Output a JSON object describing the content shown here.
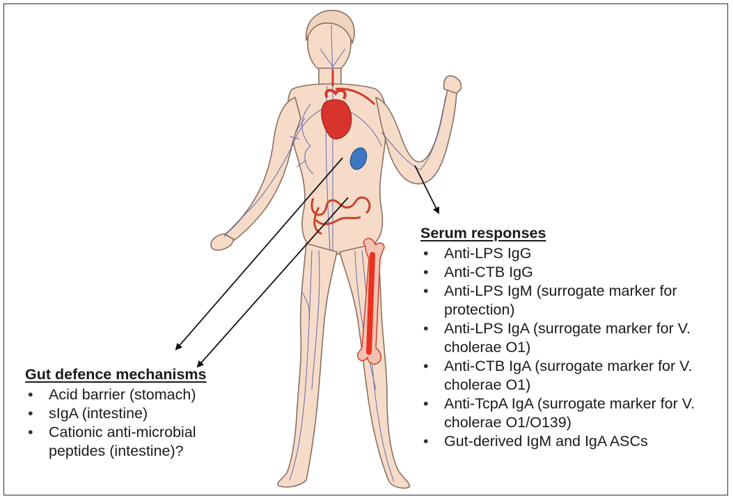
{
  "gut_panel": {
    "title": "Gut defence mechanisms",
    "items": [
      "Acid barrier (stomach)",
      "sIgA (intestine)",
      "Cationic anti-microbial peptides (intestine)?"
    ]
  },
  "serum_panel": {
    "title": "Serum responses",
    "items": [
      "Anti-LPS IgG",
      "Anti-CTB IgG",
      "Anti-LPS IgM (surrogate marker for protection)",
      "Anti-LPS IgA (surrogate marker for V. cholerae O1)",
      "Anti-CTB IgA (surrogate marker for V. cholerae O1)",
      "Anti-TcpA IgA (surrogate marker for V. cholerae O1/O139)",
      "Gut-derived IgM and IgA ASCs"
    ]
  },
  "colors": {
    "skin": "#f6dcc8",
    "outline": "#8a6f60",
    "vessel": "#4a52a8",
    "artery": "#d9342b",
    "organ_blue": "#3f78c2",
    "marrow": "#e8321f"
  },
  "icons": [
    "human-body-illustration",
    "heart-icon",
    "spleen-icon",
    "intestine-icon",
    "femur-bone-marrow-icon"
  ]
}
